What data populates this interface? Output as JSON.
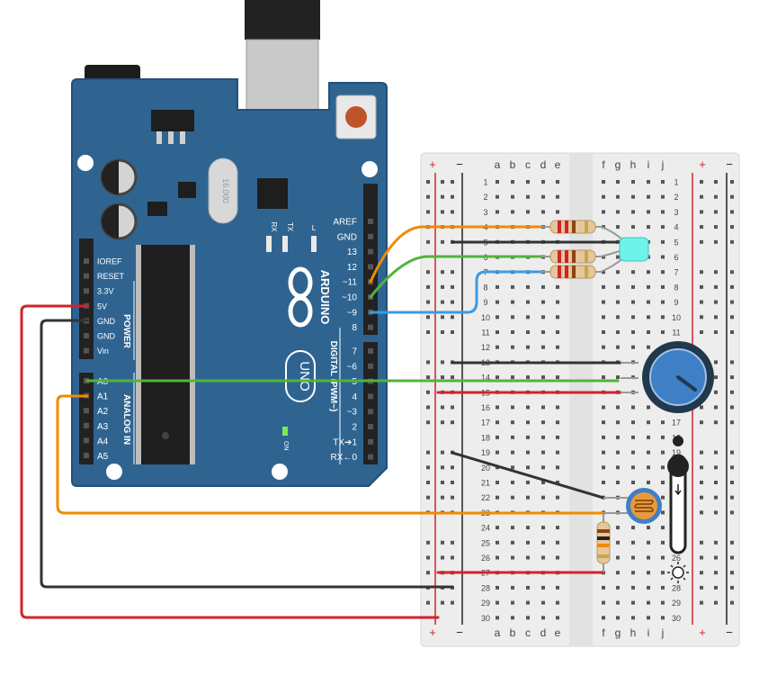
{
  "arduino": {
    "brand": "ARDUINO",
    "model": "UNO",
    "crystal_label": "16.000",
    "rx": "RX",
    "tx": "TX",
    "l": "L",
    "on": "ON",
    "power_header": "POWER",
    "analog_header": "ANALOG IN",
    "digital_header": "DIGITAL (PWM~)",
    "power_pins": [
      "IOREF",
      "RESET",
      "3.3V",
      "5V",
      "GND",
      "GND",
      "Vin"
    ],
    "analog_pins": [
      "A0",
      "A1",
      "A2",
      "A3",
      "A4",
      "A5"
    ],
    "digital_pins_top": [
      "AREF",
      "GND",
      "13",
      "12",
      "~11",
      "~10",
      "~9",
      "8"
    ],
    "digital_pins_bottom": [
      "7",
      "~6",
      "~5",
      "4",
      "~3",
      "2",
      "TX➔1",
      "RX←0"
    ]
  },
  "breadboard": {
    "rail_plus": "+",
    "rail_minus": "−",
    "cols_left": [
      "a",
      "b",
      "c",
      "d",
      "e"
    ],
    "cols_right": [
      "f",
      "g",
      "h",
      "i",
      "j"
    ],
    "row_count": 30
  },
  "colors": {
    "board": "#2f6491",
    "breadboard": "#ededed",
    "wire_red": "#d2232a",
    "wire_black": "#333333",
    "wire_orange": "#f08a00",
    "wire_green": "#4fb53c",
    "wire_blue": "#3b9be3",
    "led": "#6ff2ea",
    "pot": "#3f7fc6"
  }
}
